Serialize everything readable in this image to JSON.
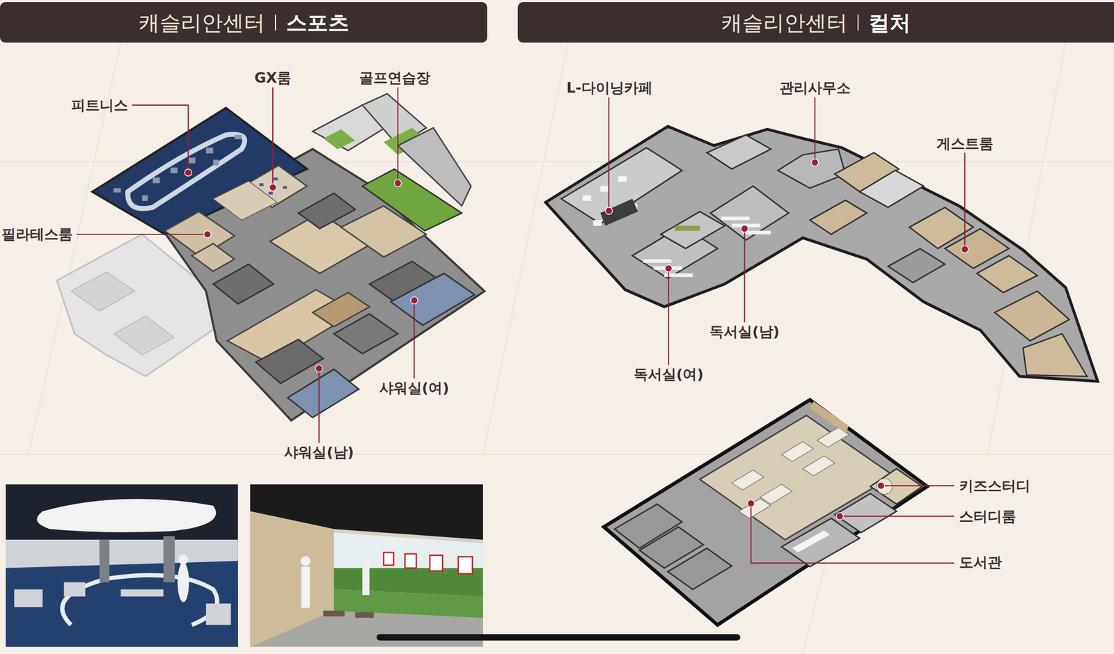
{
  "diagram": {
    "nodes": [
      {
        "text": [
          "캐슬리안센터",
          "스포츠"
        ]
      },
      {
        "text": [
          "캐슬리안센터",
          "컬처"
        ]
      }
    ],
    "labels": [
      "피트니스",
      "GX룸",
      "골프연습장",
      "필라테스룸",
      "샤워실(여)",
      "샤워실(남)",
      "L-다이닝카페",
      "관리사무소",
      "게스트룸",
      "독서실(남)",
      "독서실(여)",
      "키즈스터디",
      "스터디룸",
      "도서관"
    ]
  }
}
